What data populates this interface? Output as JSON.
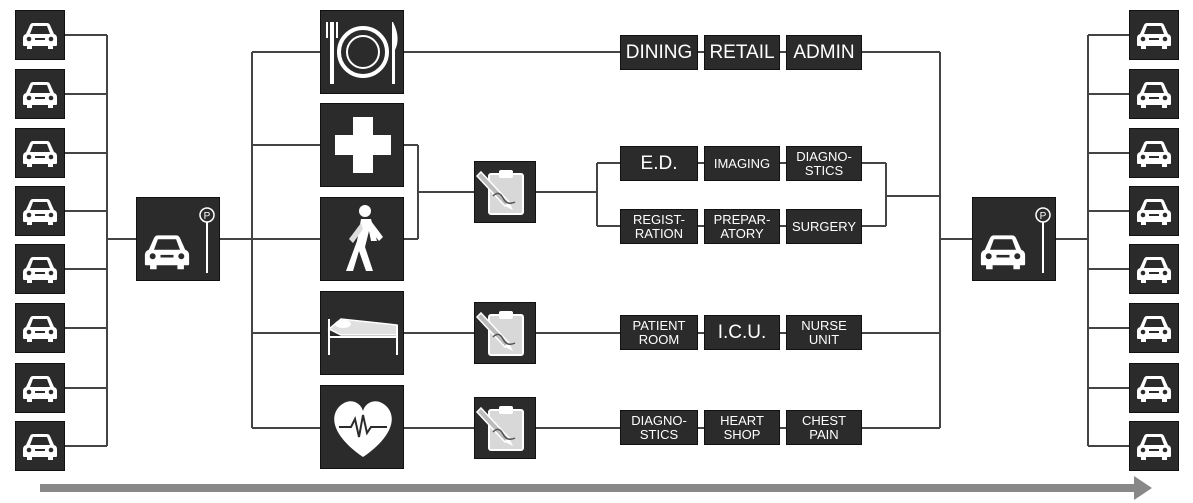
{
  "departments": {
    "dining": "DINING",
    "retail": "RETAIL",
    "admin": "ADMIN",
    "ed": "E.D.",
    "imaging": "IMAGING",
    "diagnostics_1": "DIAGNO-\nSTICS",
    "registration": "REGIST-\nRATION",
    "preparatory": "PREPAR-\nATORY",
    "surgery": "SURGERY",
    "patient_room": "PATIENT\nROOM",
    "icu": "I.C.U.",
    "nurse_unit": "NURSE\nUNIT",
    "diagnostics_2": "DIAGNO-\nSTICS",
    "heart_shop": "HEART\nSHOP",
    "chest_pain": "CHEST\nPAIN"
  },
  "parking_sign": "P",
  "icons": {
    "car": "car-icon",
    "parking": "parking-garage-icon",
    "dining": "dining-plate-icon",
    "emergency": "medical-cross-icon",
    "walk_in": "injured-walker-icon",
    "inpatient": "hospital-bed-icon",
    "cardiac": "heart-pulse-icon",
    "checkin": "clipboard-checkin-icon"
  },
  "colors": {
    "tile": "#2b2b2b",
    "line": "#444444",
    "arrow": "#888888"
  }
}
